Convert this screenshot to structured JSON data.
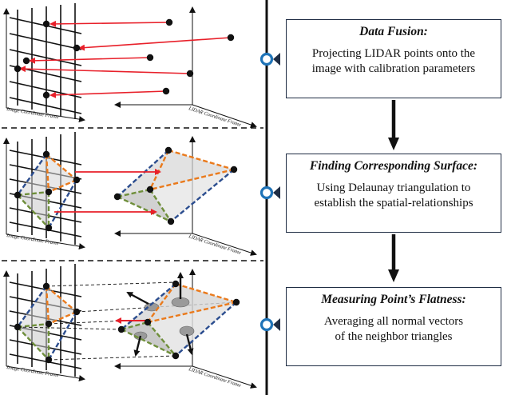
{
  "steps": [
    {
      "title": "Data Fusion:",
      "line1": "Projecting LIDAR points onto the",
      "line2": "image with calibration parameters"
    },
    {
      "title": "Finding Corresponding Surface:",
      "line1": "Using Delaunay triangulation to",
      "line2": "establish the spatial-relationships"
    },
    {
      "title": "Measuring Point’s Flatness:",
      "line1": "Averaging all normal vectors",
      "line2": "of the neighbor triangles"
    }
  ],
  "axis_labels": {
    "image": "Image Coordinate Frame",
    "lidar": "LIDAR Coordinate Frame"
  },
  "colors": {
    "red": "#e8202a",
    "orange": "#ea7a1c",
    "blue": "#2b4d8f",
    "green": "#6f8f3b",
    "ring": "#1f73b7",
    "box_border": "#1f2d44"
  }
}
